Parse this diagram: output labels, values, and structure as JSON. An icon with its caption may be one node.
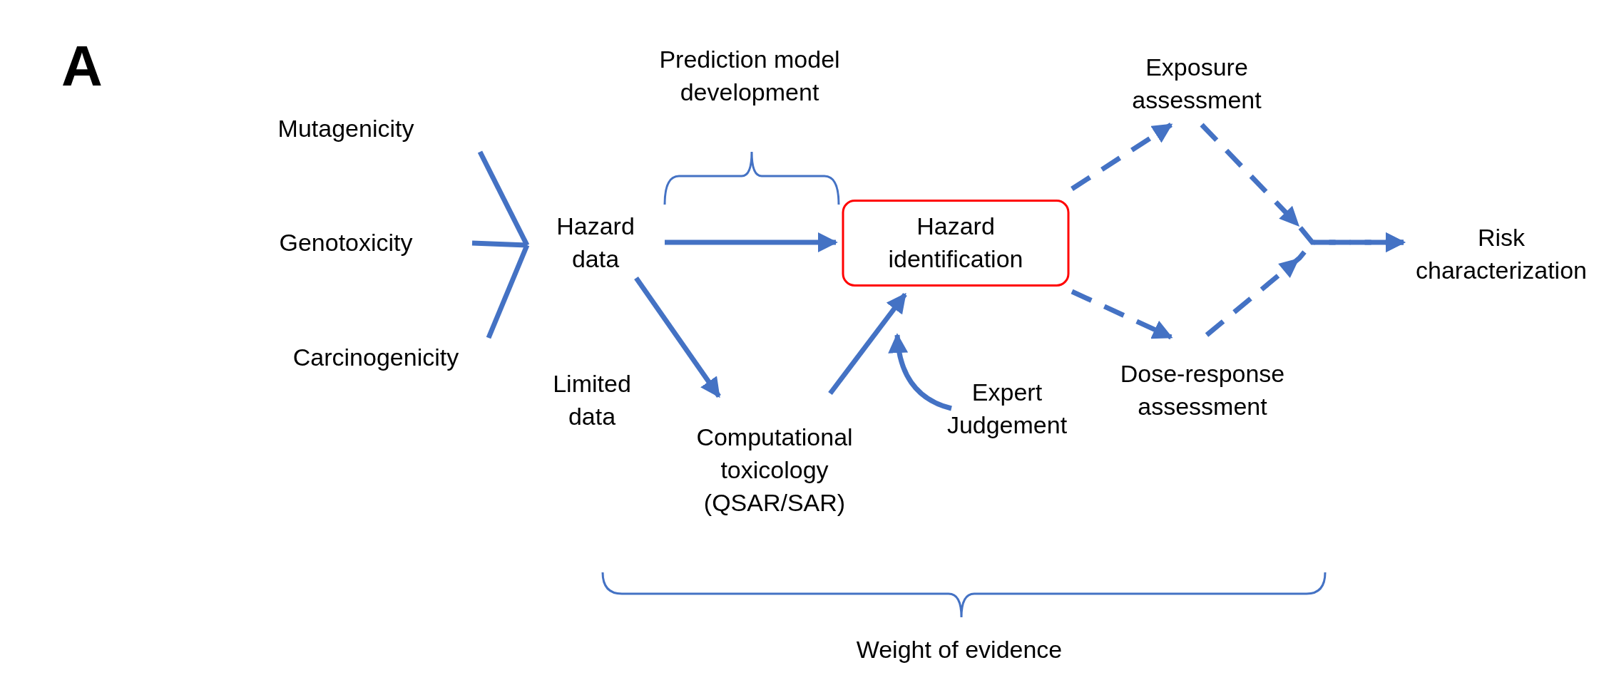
{
  "diagram": {
    "nodes": [
      {
        "text": [
          "Mutagenicity"
        ]
      },
      {
        "text": [
          "Genotoxicity"
        ]
      },
      {
        "text": [
          "Carcinogenicity"
        ]
      },
      {
        "text": [
          "Hazard data"
        ]
      },
      {
        "text": [
          "Hazard identification"
        ]
      },
      {
        "text": [
          "Computational toxicology (QSAR/SAR)"
        ]
      },
      {
        "text": [
          "Expert Judgement"
        ]
      },
      {
        "text": [
          "Exposure assessment"
        ]
      },
      {
        "text": [
          "Dose-response assessment"
        ]
      },
      {
        "text": [
          "Risk characterization"
        ]
      }
    ],
    "edges": [
      {
        "from": 0,
        "to": 3,
        "arrow": "none"
      },
      {
        "from": 1,
        "to": 3,
        "arrow": "none"
      },
      {
        "from": 2,
        "to": 3,
        "arrow": "none"
      },
      {
        "from": 3,
        "to": 4,
        "arrow": "to"
      },
      {
        "from": 3,
        "to": 5,
        "arrow": "to"
      },
      {
        "from": 5,
        "to": 4,
        "arrow": "to"
      },
      {
        "from": 6,
        "to": 4,
        "arrow": "to"
      },
      {
        "from": 4,
        "to": 7,
        "arrow": "to",
        "style": "dashed"
      },
      {
        "from": 4,
        "to": 8,
        "arrow": "to",
        "style": "dashed"
      },
      {
        "from": 7,
        "to": 9,
        "arrow": "to",
        "style": "dashed"
      },
      {
        "from": 8,
        "to": 9,
        "arrow": "to",
        "style": "dashed"
      }
    ],
    "labels": [
      "A",
      "Prediction model development",
      "Limited data",
      "Weight of evidence"
    ]
  }
}
